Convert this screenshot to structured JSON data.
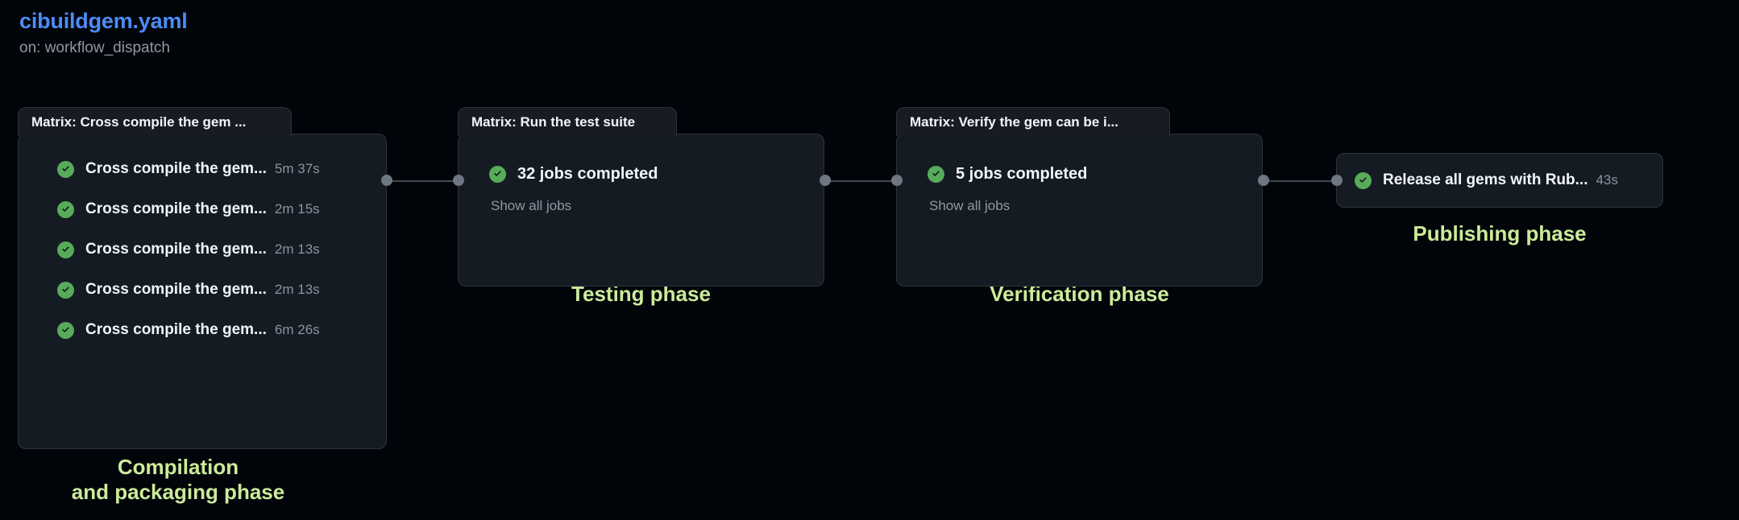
{
  "header": {
    "workflow_file": "cibuildgem.yaml",
    "trigger": "on: workflow_dispatch"
  },
  "graph": {
    "nodes": [
      {
        "id": "compile",
        "tab_label": "Matrix: Cross compile the gem ...",
        "type": "job-list",
        "jobs": [
          {
            "name": "Cross compile the gem...",
            "duration": "5m 37s",
            "status": "success"
          },
          {
            "name": "Cross compile the gem...",
            "duration": "2m 15s",
            "status": "success"
          },
          {
            "name": "Cross compile the gem...",
            "duration": "2m 13s",
            "status": "success"
          },
          {
            "name": "Cross compile the gem...",
            "duration": "2m 13s",
            "status": "success"
          },
          {
            "name": "Cross compile the gem...",
            "duration": "6m 26s",
            "status": "success"
          }
        ]
      },
      {
        "id": "test",
        "tab_label": "Matrix: Run the test suite",
        "type": "summary",
        "summary": "32 jobs completed",
        "show_all_label": "Show all jobs",
        "status": "success"
      },
      {
        "id": "verify",
        "tab_label": "Matrix: Verify the gem can be i...",
        "type": "summary",
        "summary": "5 jobs completed",
        "show_all_label": "Show all jobs",
        "status": "success"
      },
      {
        "id": "release",
        "type": "pill",
        "label": "Release all gems with Rub...",
        "duration": "43s",
        "status": "success"
      }
    ]
  },
  "annotations": [
    {
      "id": "compile-phase",
      "text": "Compilation\nand packaging phase"
    },
    {
      "id": "testing-phase",
      "text": "Testing phase"
    },
    {
      "id": "verification-phase",
      "text": "Verification phase"
    },
    {
      "id": "publishing-phase",
      "text": "Publishing phase"
    }
  ],
  "colors": {
    "background": "#010409",
    "node_background": "#151b23",
    "node_border": "#2c333c",
    "title_link": "#4c8cf5",
    "success_green": "#57ab5a",
    "annotation_green": "#cbeb9a",
    "muted_text": "#8b949e"
  }
}
